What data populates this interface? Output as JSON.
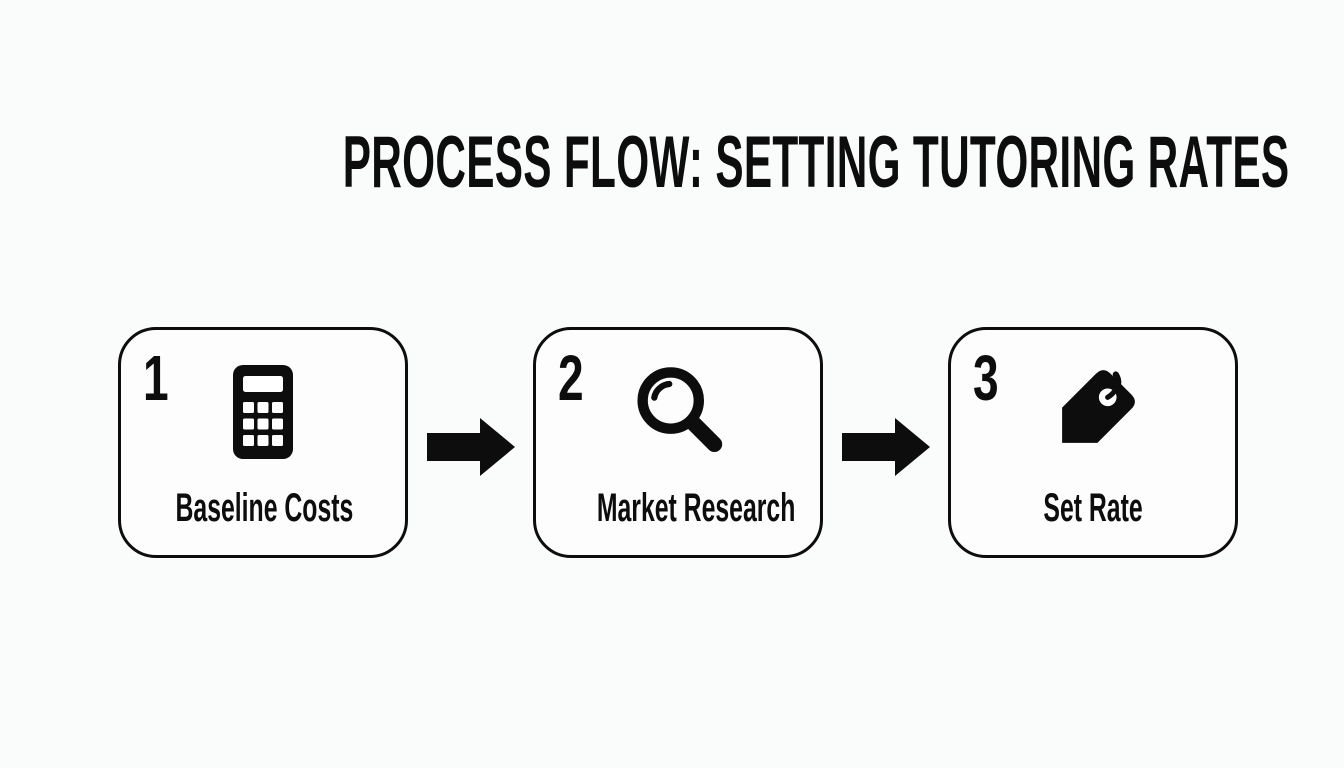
{
  "title": "PROCESS FLOW: SETTING TUTORING RATES",
  "colors": {
    "background": "#fafbfb",
    "ink": "#0d0d0d",
    "card_background": "#fdfdfd"
  },
  "steps": [
    {
      "number": "1",
      "label": "Baseline Costs",
      "icon": "calculator-icon"
    },
    {
      "number": "2",
      "label": "Market Research",
      "icon": "magnifier-icon"
    },
    {
      "number": "3",
      "label": "Set Rate",
      "icon": "price-tag-icon"
    }
  ],
  "connectors": [
    {
      "icon": "arrow-right-icon"
    },
    {
      "icon": "arrow-right-icon"
    }
  ]
}
